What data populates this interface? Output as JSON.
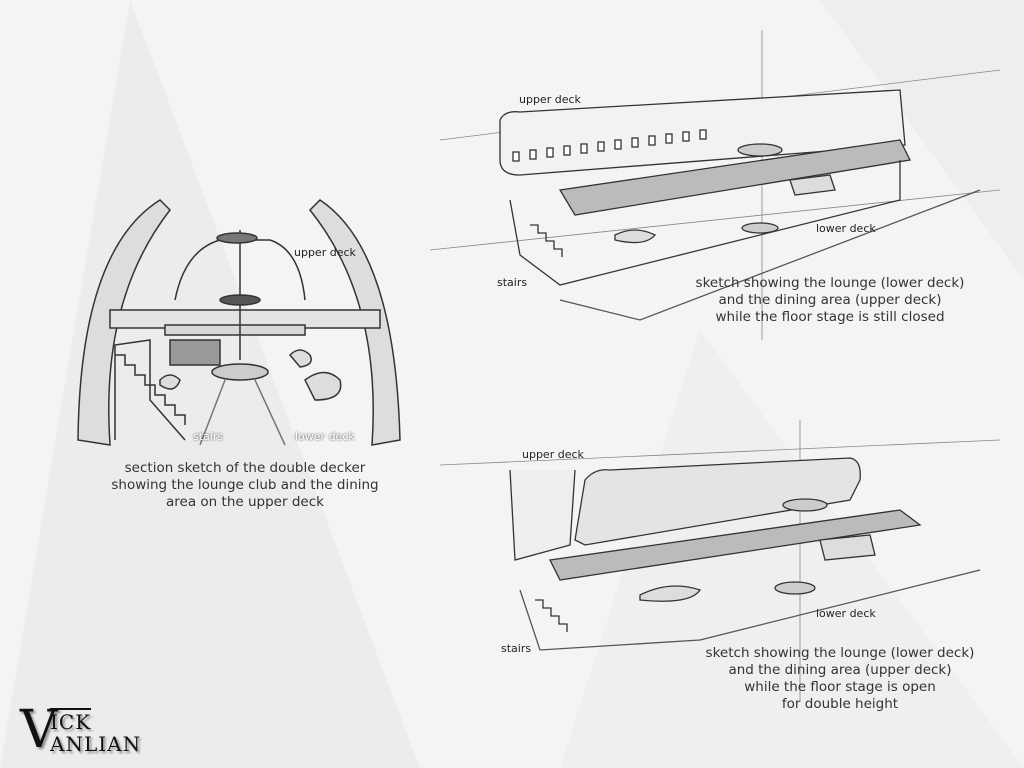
{
  "section_sketch": {
    "labels": {
      "upper_deck": "upper deck",
      "stairs": "stairs",
      "lower_deck": "lower deck"
    },
    "caption": [
      "section sketch of the double decker",
      "showing the lounge club and the dining",
      "area on the upper deck"
    ]
  },
  "sketch_closed": {
    "labels": {
      "upper_deck": "upper deck",
      "stairs": "stairs",
      "lower_deck": "lower deck"
    },
    "caption": [
      "sketch showing the lounge (lower deck)",
      "and the dining area (upper deck)",
      "while the floor stage is still closed"
    ]
  },
  "sketch_open": {
    "labels": {
      "upper_deck": "upper deck",
      "stairs": "stairs",
      "lower_deck": "lower deck"
    },
    "caption": [
      "sketch showing the lounge (lower deck)",
      "and the dining area (upper deck)",
      "while the floor stage is open",
      "for double height"
    ]
  },
  "logo": {
    "line1": "ICK",
    "line2": "ANLIAN",
    "initial": "V"
  }
}
